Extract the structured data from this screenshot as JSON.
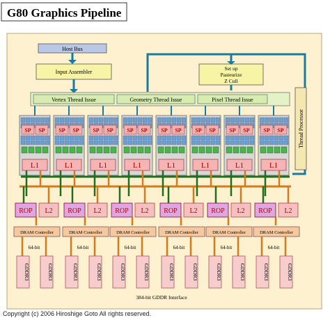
{
  "title": "G80 Graphics Pipeline",
  "host_bus": "Host Bus",
  "input_assembler": "Input Assembler",
  "setup": [
    "Set up",
    "Pasteurize",
    "Z Cull"
  ],
  "thread_issue": [
    "Vertex Thread Issue",
    "Geometry Thread Issue",
    "Pixel Thread Issue"
  ],
  "thread_processor": "Thread Processor",
  "sp_label": "SP",
  "l1_label": "L1",
  "rop_label": "ROP",
  "l2_label": "L2",
  "dram_controller": "DRAM Controller",
  "bus_width": "64-bit",
  "gddr": "GDDR3",
  "interface": "384-bit GDDR Interface",
  "copyright": "Copyright (c) 2006 Hiroshige Goto All rights reserved.",
  "colors": {
    "background_panel": "#fdf1cf",
    "host_bus": "#b9c8e6",
    "input_assembler": "#f8f4a6",
    "thread_issue": "#d6ecb0",
    "thread_processor": "#f6e6b0",
    "cluster": "#d8d8d8",
    "sp": "#f0b0b0",
    "l1": "#f6b5b5",
    "rop": "#e0a6e0",
    "l2": "#f6c0c0",
    "dram_controller": "#f4c9a0",
    "gddr": "#f6cccc",
    "link_blue": "#1a7a9e",
    "link_green": "#1f6f1f",
    "link_orange": "#d47a1c"
  }
}
